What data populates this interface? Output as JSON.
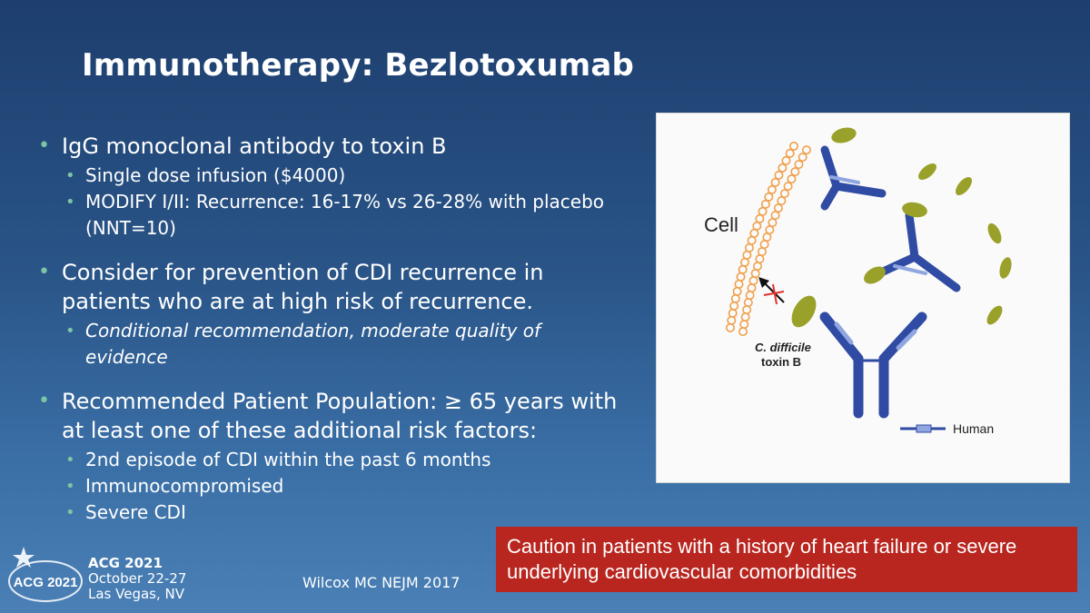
{
  "title": "Immunotherapy: Bezlotoxumab",
  "bullets": {
    "b1": "IgG monoclonal antibody to toxin B",
    "b1_1": "Single dose infusion ($4000)",
    "b1_2": "MODIFY I/II: Recurrence: 16-17% vs 26-28% with placebo (NNT=10)",
    "b2": "Consider for prevention of CDI recurrence in patients who are at high risk of recurrence.",
    "b2_1": "Conditional recommendation, moderate quality of evidence",
    "b3": "Recommended Patient Population: ≥ 65 years with at least one of these additional risk factors:",
    "b3_1": "2nd episode of CDI within the past 6 months",
    "b3_2": "Immunocompromised",
    "b3_3": "Severe CDI"
  },
  "figure": {
    "cell_label": "Cell",
    "toxin_label_line1": "C. difficile",
    "toxin_label_line2": "toxin B",
    "legend_label": "Human",
    "colors": {
      "antibody": "#2f4ba3",
      "antibody_light": "#8fa6e0",
      "toxin": "#9aa12a",
      "membrane": "#f0a04b",
      "block_mark": "#e03030"
    }
  },
  "caution": "Caution in patients with a history of heart failure or severe underlying cardiovascular comorbidities",
  "conference": {
    "logo_text": "ACG 2021",
    "name": "ACG 2021",
    "dates": "October 22-27",
    "location": "Las Vegas, NV"
  },
  "citation": "Wilcox MC NEJM 2017"
}
